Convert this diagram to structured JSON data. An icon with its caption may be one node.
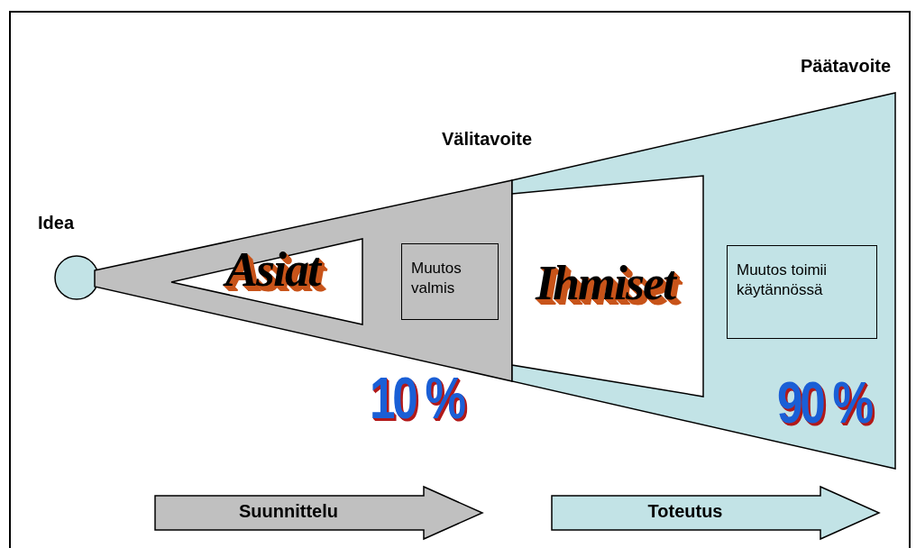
{
  "diagram": {
    "nodes": [
      {
        "text": [
          "Idea"
        ]
      },
      {
        "text": [
          "Asiat"
        ]
      },
      {
        "text": [
          "Muutos valmis"
        ],
        "in": 1
      },
      {
        "text": [
          "Ihmiset"
        ]
      },
      {
        "text": [
          "Muutos toimii käytännössä"
        ],
        "in": 3
      },
      {
        "text": [
          "Suunnittelu"
        ]
      },
      {
        "text": [
          "Toteutus"
        ]
      }
    ],
    "labels": [
      "Päätavoite",
      "Välitavoite",
      "10 %",
      "90 %"
    ]
  }
}
